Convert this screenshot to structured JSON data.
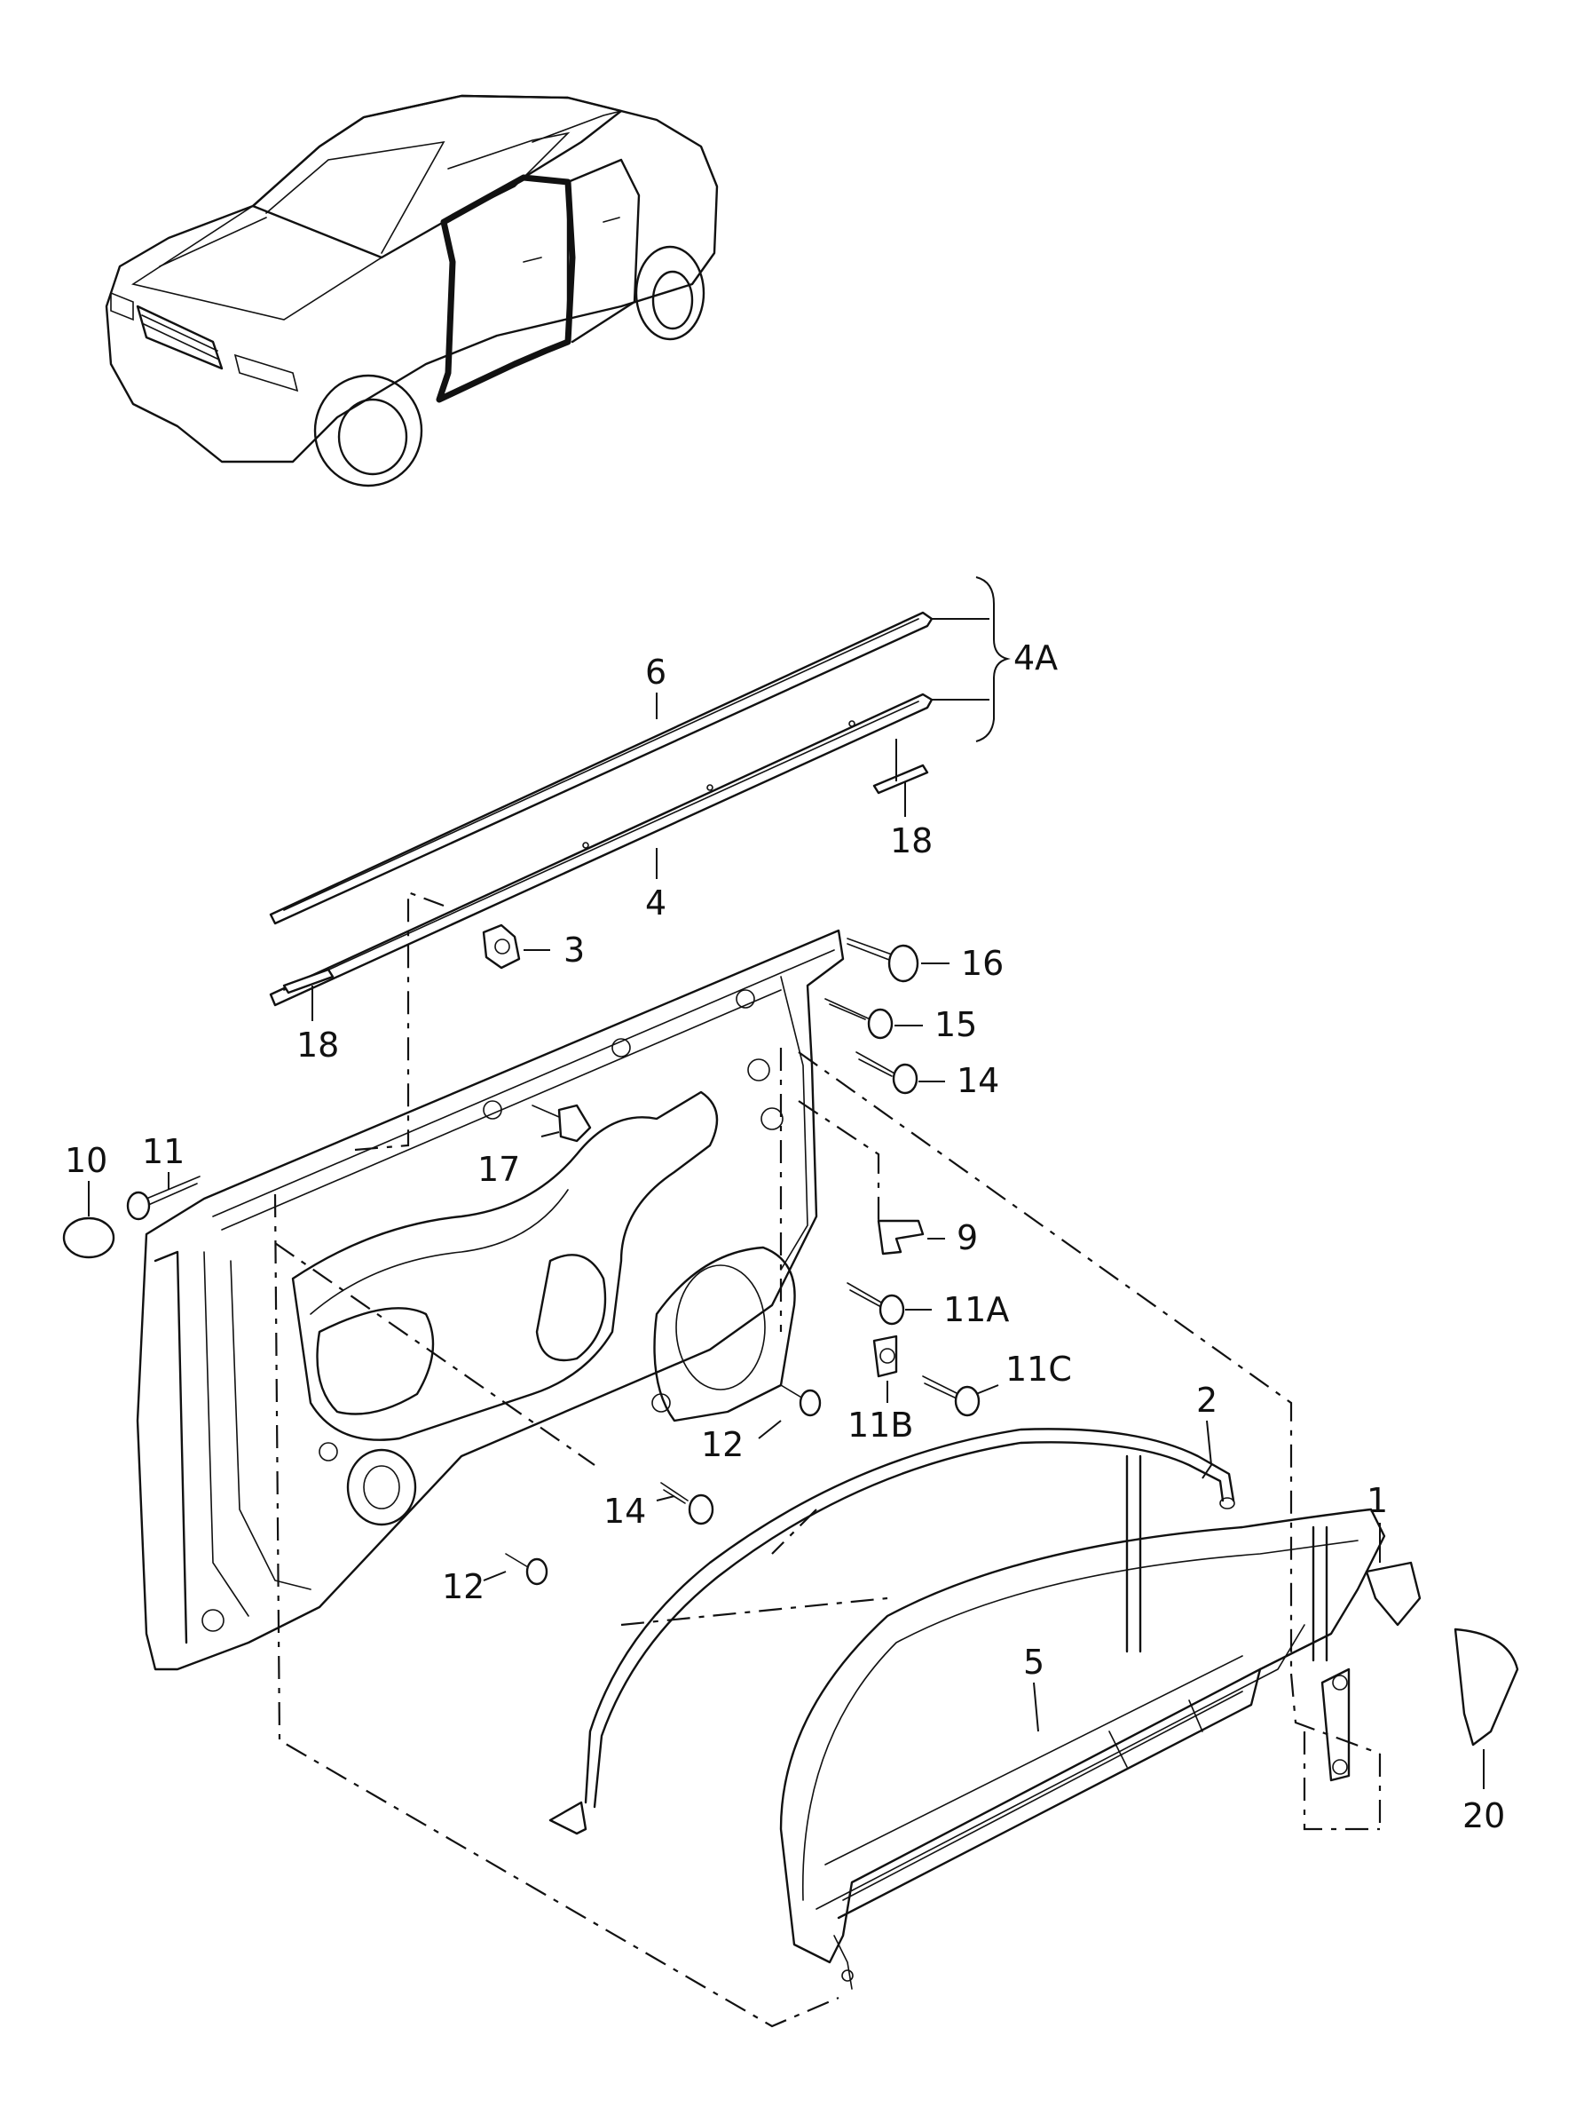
{
  "callouts": [
    {
      "id": "c1",
      "text": "1"
    },
    {
      "id": "c2",
      "text": "2"
    },
    {
      "id": "c3",
      "text": "3"
    },
    {
      "id": "c4",
      "text": "4"
    },
    {
      "id": "c4A",
      "text": "4A"
    },
    {
      "id": "c5",
      "text": "5"
    },
    {
      "id": "c6",
      "text": "6"
    },
    {
      "id": "c9",
      "text": "9"
    },
    {
      "id": "c10",
      "text": "10"
    },
    {
      "id": "c11",
      "text": "11"
    },
    {
      "id": "c11A",
      "text": "11A"
    },
    {
      "id": "c11B",
      "text": "11B"
    },
    {
      "id": "c11C",
      "text": "11C"
    },
    {
      "id": "c12a",
      "text": "12"
    },
    {
      "id": "c12b",
      "text": "12"
    },
    {
      "id": "c14a",
      "text": "14"
    },
    {
      "id": "c14b",
      "text": "14"
    },
    {
      "id": "c15",
      "text": "15"
    },
    {
      "id": "c16",
      "text": "16"
    },
    {
      "id": "c17",
      "text": "17"
    },
    {
      "id": "c18a",
      "text": "18"
    },
    {
      "id": "c18b",
      "text": "18"
    },
    {
      "id": "c20",
      "text": "20"
    }
  ],
  "colors": {
    "line": "#111111",
    "background": "#ffffff"
  }
}
